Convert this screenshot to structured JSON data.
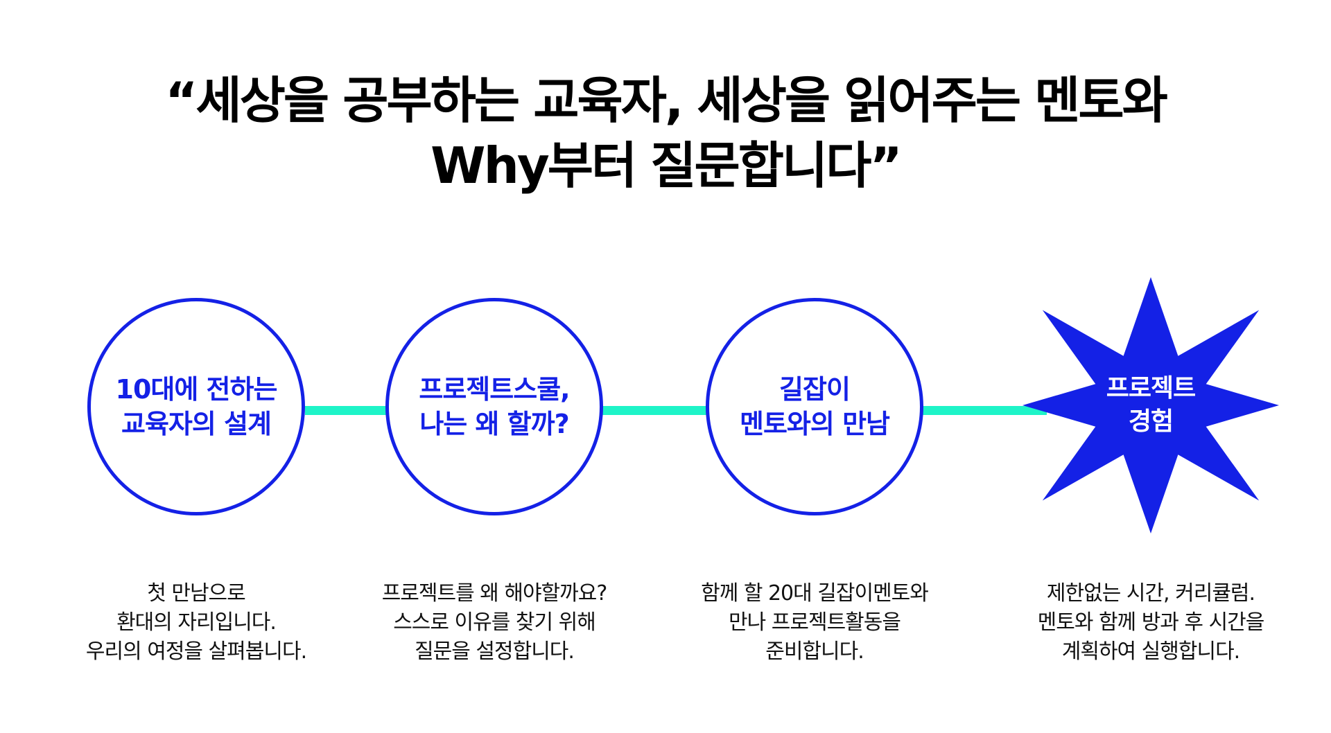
{
  "headline": {
    "line1": "“세상을 공부하는 교육자, 세상을 읽어주는 멘토와",
    "line2": "Why부터 질문합니다”"
  },
  "colors": {
    "accent_blue": "#1421e6",
    "connector_teal": "#1ef4c8",
    "text": "#000000"
  },
  "steps": [
    {
      "label_lines": [
        "10대에 전하는",
        "교육자의 설계"
      ],
      "description_lines": [
        "첫 만남으로",
        "환대의 자리입니다.",
        "우리의 여정을 살펴봅니다."
      ]
    },
    {
      "label_lines": [
        "프로젝트스쿨,",
        "나는 왜 할까?"
      ],
      "description_lines": [
        "프로젝트를 왜 해야할까요?",
        "스스로 이유를 찾기 위해",
        "질문을 설정합니다."
      ]
    },
    {
      "label_lines": [
        "길잡이",
        "멘토와의 만남"
      ],
      "description_lines": [
        "함께 할 20대 길잡이멘토와",
        "만나 프로젝트활동을",
        "준비합니다."
      ]
    },
    {
      "label_lines": [
        "프로젝트",
        "경험"
      ],
      "description_lines": [
        "제한없는 시간, 커리큘럼.",
        "멘토와 함께 방과 후 시간을",
        "계획하여 실행합니다."
      ]
    }
  ]
}
